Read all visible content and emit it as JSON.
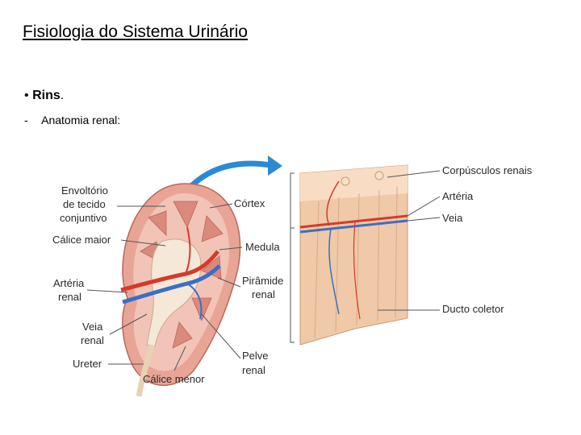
{
  "title": "Fisiologia do Sistema Urinário",
  "bullet": {
    "marker": "•",
    "text": "Rins",
    "suffix": "."
  },
  "sub_bullet": {
    "marker": "-",
    "text": "Anatomia renal:"
  },
  "labels": {
    "envoltorio_1": "Envoltório",
    "envoltorio_2": "de tecido",
    "envoltorio_3": "conjuntivo",
    "calice_maior": "Cálice maior",
    "arteria_renal_1": "Artéria",
    "arteria_renal_2": "renal",
    "veia_renal_1": "Veia",
    "veia_renal_2": "renal",
    "ureter": "Ureter",
    "calice_menor": "Cálice menor",
    "cortex": "Córtex",
    "medula": "Medula",
    "piramide_1": "Pirâmide",
    "piramide_2": "renal",
    "pelve_1": "Pelve",
    "pelve_2": "renal",
    "corpusculos": "Corpúsculos renais",
    "arteria": "Artéria",
    "veia": "Veia",
    "ducto_coletor": "Ducto coletor"
  },
  "colors": {
    "kidney_outer": "#e8a596",
    "kidney_cortex": "#f2c4b8",
    "pyramid": "#d98a7c",
    "pelvis": "#f5e8d8",
    "artery": "#d43a2a",
    "vein": "#3a6fc4",
    "arrow": "#2a8ad6",
    "tissue": "#f0c9a8",
    "tubule": "#f8dcc4"
  }
}
